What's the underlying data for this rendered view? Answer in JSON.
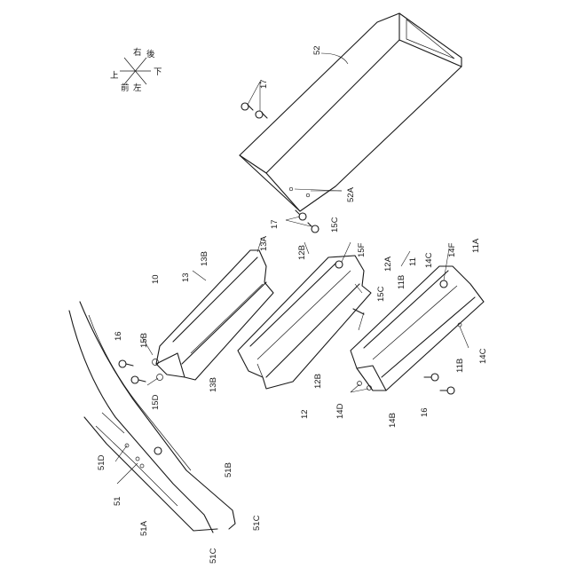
{
  "figure": {
    "orientation": {
      "up": "上",
      "down": "下",
      "front": "前",
      "rear": "後",
      "left": "左",
      "right": "右"
    },
    "labels": {
      "l52": "52",
      "l52A": "52A",
      "l17a": "17",
      "l17b": "17",
      "l10": "10",
      "l13": "13",
      "l13A": "13A",
      "l13B_top": "13B",
      "l13B_bot": "13B",
      "l12": "12",
      "l12A": "12A",
      "l12B_top": "12B",
      "l12B_bot": "12B",
      "l15B": "15B",
      "l15C_top": "15C",
      "l15C_mid": "15C",
      "l15D": "15D",
      "l15F": "15F",
      "l11": "11",
      "l11A": "11A",
      "l11B_top": "11B",
      "l11B_bot": "11B",
      "l14C_top": "14C",
      "l14C_bot": "14C",
      "l14D": "14D",
      "l14B": "14B",
      "l14F": "14F",
      "l16a": "16",
      "l16b": "16",
      "l51": "51",
      "l51A": "51A",
      "l51B": "51B",
      "l51C_a": "51C",
      "l51C_b": "51C",
      "l51D": "51D"
    }
  }
}
